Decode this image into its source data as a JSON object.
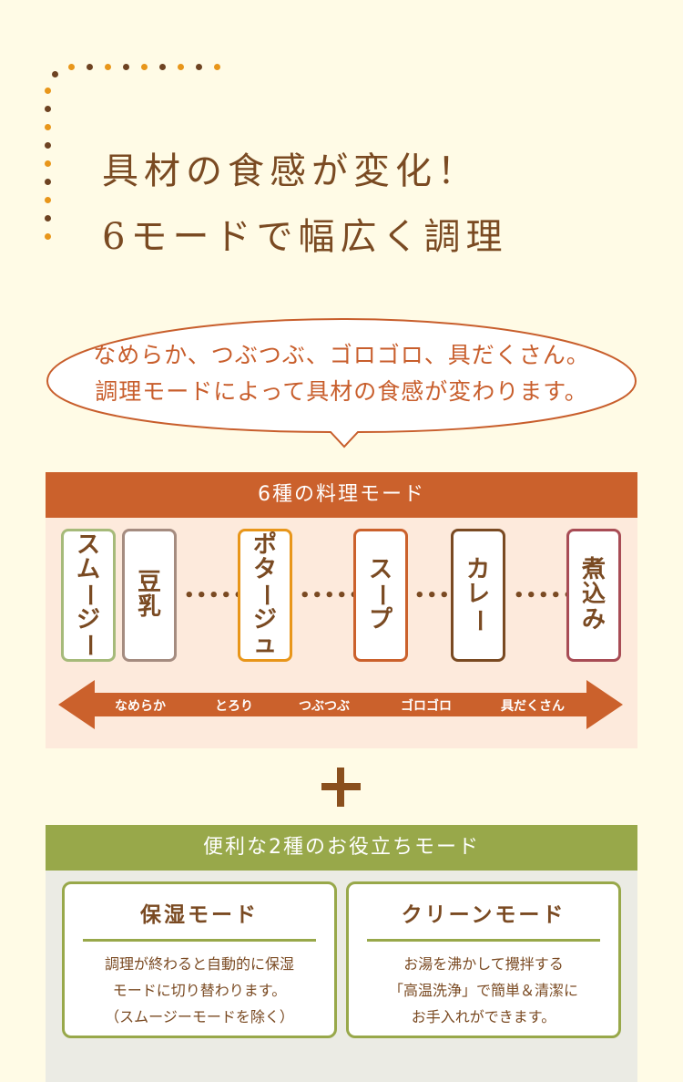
{
  "header": {
    "title_line1": "具材の食感が変化！",
    "title_line2": "6モードで幅広く調理",
    "dot_colors": {
      "orange": "#e8961a",
      "brown": "#6e4322"
    }
  },
  "bubble": {
    "line1": "なめらか、つぶつぶ、ゴロゴロ、具だくさん。",
    "line2": "調理モードによって具材の食感が変わります。"
  },
  "cooking_modes": {
    "heading": "6種の料理モード",
    "color": "#cb612c",
    "modes": [
      {
        "label": "スムージー",
        "chars": [
          "ス",
          "ム",
          "ー",
          "ジ",
          "ー"
        ],
        "border": "#a6ba7a"
      },
      {
        "label": "豆乳",
        "chars": [
          "豆",
          "乳"
        ],
        "border": "#a58c80"
      },
      {
        "label": "ポタージュ",
        "chars": [
          "ポ",
          "タ",
          "ー",
          "ジ",
          "ュ"
        ],
        "border": "#e8961a"
      },
      {
        "label": "スープ",
        "chars": [
          "ス",
          "ー",
          "プ"
        ],
        "border": "#cb612c"
      },
      {
        "label": "カレー",
        "chars": [
          "カ",
          "レ",
          "ー"
        ],
        "border": "#7a4a22"
      },
      {
        "label": "煮込み",
        "chars": [
          "煮",
          "込",
          "み"
        ],
        "border": "#a84c55"
      }
    ],
    "leaders": [
      "•••••",
      "•••••",
      "•••",
      "•••••"
    ],
    "scale": [
      "なめらか",
      "とろり",
      "つぶつぶ",
      "ゴロゴロ",
      "具だくさん"
    ]
  },
  "plus": {
    "icon": "plus-icon"
  },
  "utility_modes": {
    "heading": "便利な2種のお役立ちモード",
    "color": "#98a84a",
    "cards": [
      {
        "title": "保湿モード",
        "lines": [
          "調理が終わると自動的に保湿",
          "モードに切り替わります。",
          "（スムージーモードを除く）"
        ]
      },
      {
        "title": "クリーンモード",
        "lines": [
          "お湯を沸かして攪拌する",
          "「高温洗浄」で簡単＆清潔に",
          "お手入れができます。"
        ]
      }
    ]
  }
}
